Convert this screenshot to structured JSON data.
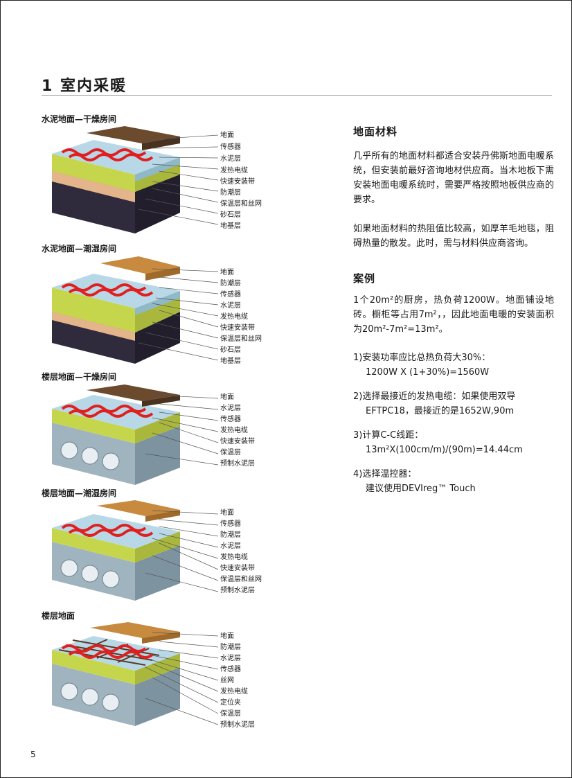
{
  "page": {
    "title": "1 室内采暖",
    "number": "5"
  },
  "sections": [
    {
      "title": "水泥地面—干燥房间",
      "labels": [
        "地面",
        "传感器",
        "水泥层",
        "发热电缆",
        "快速安装带",
        "防潮层",
        "保温层和丝网",
        "砂石层",
        "地基层"
      ]
    },
    {
      "title": "水泥地面—潮湿房间",
      "labels": [
        "地面",
        "防潮层",
        "传感器",
        "水泥层",
        "发热电缆",
        "快速安装带",
        "保温层和丝网",
        "砂石层",
        "地基层"
      ]
    },
    {
      "title": "楼层地面—干燥房间",
      "labels": [
        "地面",
        "水泥层",
        "传感器",
        "发热电缆",
        "快速安装带",
        "保温层",
        "预制水泥层"
      ]
    },
    {
      "title": "楼层地面—潮湿房间",
      "labels": [
        "地面",
        "传感器",
        "防潮层",
        "水泥层",
        "发热电缆",
        "快速安装带",
        "保温层和丝网",
        "预制水泥层"
      ]
    },
    {
      "title": "楼层地面",
      "labels": [
        "地面",
        "防潮层",
        "水泥层",
        "传感器",
        "丝网",
        "发热电缆",
        "定位夹",
        "保温层",
        "预制水泥层"
      ]
    }
  ],
  "right": {
    "material_heading": "地面材料",
    "material_p1": "几乎所有的地面材料都适合安装丹佛斯地面电暖系统，但安装前最好咨询地材供应商。当木地板下需安装地面电暖系统时，需要严格按照地板供应商的要求。",
    "material_p2": "如果地面材料的热阻值比较高，如厚羊毛地毯，阻碍热量的散发。此时，需与材料供应商咨询。",
    "case_heading": "案例",
    "case_intro": "1个20m²的厨房，热负荷1200W。地面铺设地砖。橱柜等占用7m²，，因此地面电暖的安装面积为20m²-7m²=13m²。",
    "step1_title": "1)安装功率应比总热负荷大30%：",
    "step1_value": "1200W X (1+30%)=1560W",
    "step2_title": "2)选择最接近的发热电缆：如果使用双导",
    "step2_value": "EFTPC18，最接近的是1652W,90m",
    "step3_title": "3)计算C-C线距：",
    "step3_value": "13m²X(100cm/m)/(90m)=14.44cm",
    "step4_title": "4)选择温控器：",
    "step4_value": "建议使用DEVIreg™ Touch"
  },
  "colors": {
    "wood_dark": "#6b4a2e",
    "wood_light": "#c88a3e",
    "cement": "#a8c8d8",
    "insulation": "#c8d850",
    "cable": "#e02020",
    "moisture": "#e8b890",
    "gravel": "#3a3448",
    "precast": "#a0b4c0"
  }
}
